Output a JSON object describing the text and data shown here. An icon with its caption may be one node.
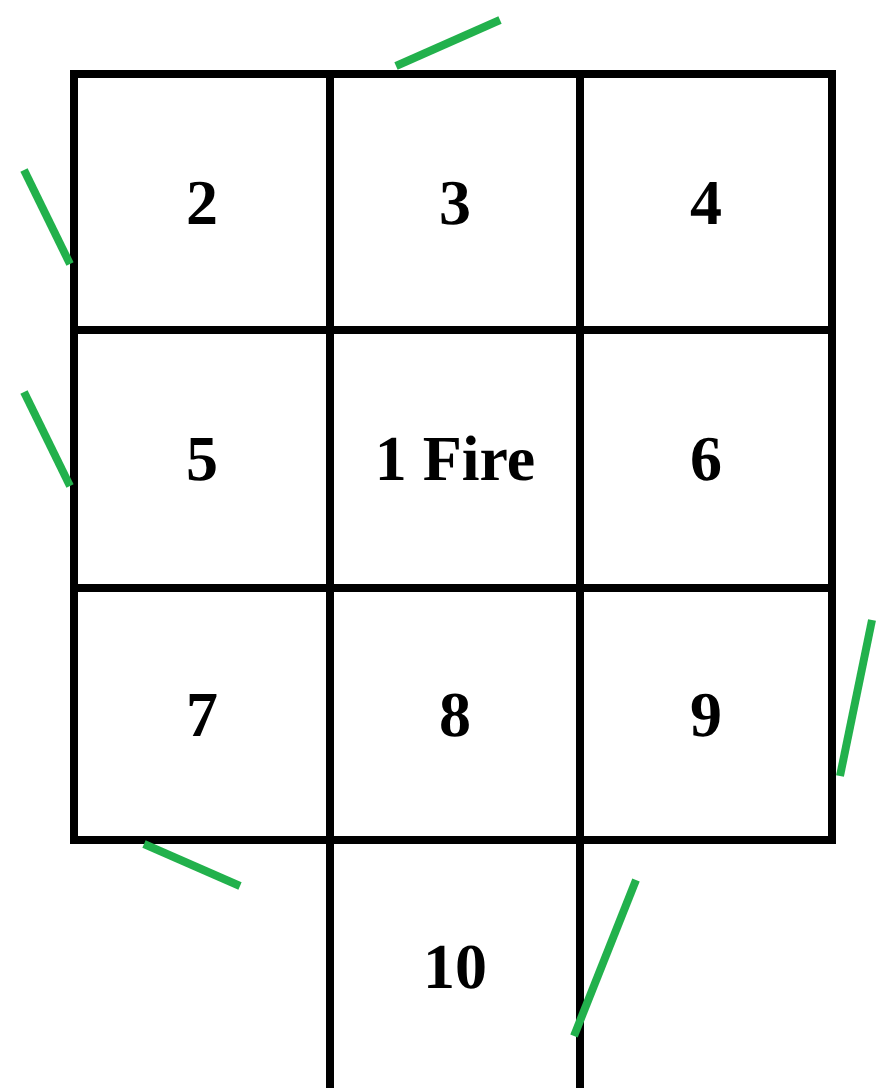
{
  "diagram": {
    "nodes": [
      {
        "text": [
          "2"
        ]
      },
      {
        "text": [
          "3"
        ]
      },
      {
        "text": [
          "4"
        ]
      },
      {
        "text": [
          "5"
        ]
      },
      {
        "text": [
          "1 Fire"
        ]
      },
      {
        "text": [
          "6"
        ]
      },
      {
        "text": [
          "7"
        ]
      },
      {
        "text": [
          "8"
        ]
      },
      {
        "text": [
          "9"
        ]
      },
      {
        "text": [
          "10"
        ]
      }
    ]
  }
}
